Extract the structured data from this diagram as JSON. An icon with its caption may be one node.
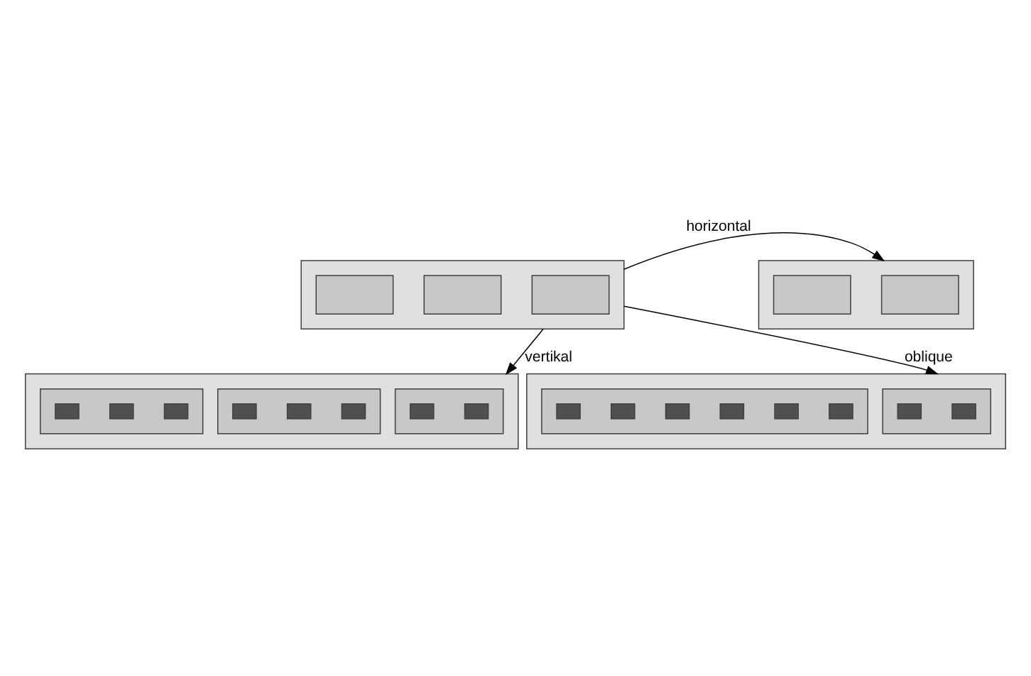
{
  "diagram": {
    "nodes": [
      {
        "text": [],
        "shape": "box"
      },
      {
        "text": [],
        "shape": "box",
        "in": 0
      },
      {
        "text": [],
        "shape": "box",
        "in": 0
      },
      {
        "text": [],
        "shape": "box",
        "in": 0
      },
      {
        "text": [],
        "shape": "box"
      },
      {
        "text": [],
        "shape": "box",
        "in": 4
      },
      {
        "text": [],
        "shape": "box",
        "in": 4
      },
      {
        "text": [],
        "shape": "box"
      },
      {
        "text": [],
        "shape": "box",
        "in": 7
      },
      {
        "text": [],
        "shape": "box",
        "in": 8
      },
      {
        "text": [],
        "shape": "box",
        "in": 8
      },
      {
        "text": [],
        "shape": "box",
        "in": 7
      },
      {
        "text": [],
        "shape": "box",
        "in": 11
      },
      {
        "text": [],
        "shape": "box",
        "in": 11
      },
      {
        "text": [],
        "shape": "box",
        "in": 11
      },
      {
        "text": [],
        "shape": "box",
        "in": 7
      },
      {
        "text": [],
        "shape": "box",
        "in": 15
      },
      {
        "text": [],
        "shape": "box",
        "in": 15
      },
      {
        "text": [],
        "shape": "box",
        "in": 15
      },
      {
        "text": [],
        "shape": "box"
      },
      {
        "text": [],
        "shape": "box",
        "in": 19
      },
      {
        "text": [],
        "shape": "box",
        "in": 20
      },
      {
        "text": [],
        "shape": "box",
        "in": 20
      },
      {
        "text": [],
        "shape": "box",
        "in": 19
      },
      {
        "text": [],
        "shape": "box",
        "in": 23
      },
      {
        "text": [],
        "shape": "box",
        "in": 23
      },
      {
        "text": [],
        "shape": "box",
        "in": 23
      },
      {
        "text": [],
        "shape": "box",
        "in": 23
      },
      {
        "text": [],
        "shape": "box",
        "in": 23
      },
      {
        "text": [],
        "shape": "box",
        "in": 23
      }
    ],
    "edges": [
      {
        "from": 0,
        "to": 4,
        "arrow": "to",
        "label": "horizontal"
      },
      {
        "from": 0,
        "to": 7,
        "arrow": "to",
        "label": "vertikal"
      },
      {
        "from": 0,
        "to": 19,
        "arrow": "to",
        "label": "oblique"
      }
    ]
  }
}
